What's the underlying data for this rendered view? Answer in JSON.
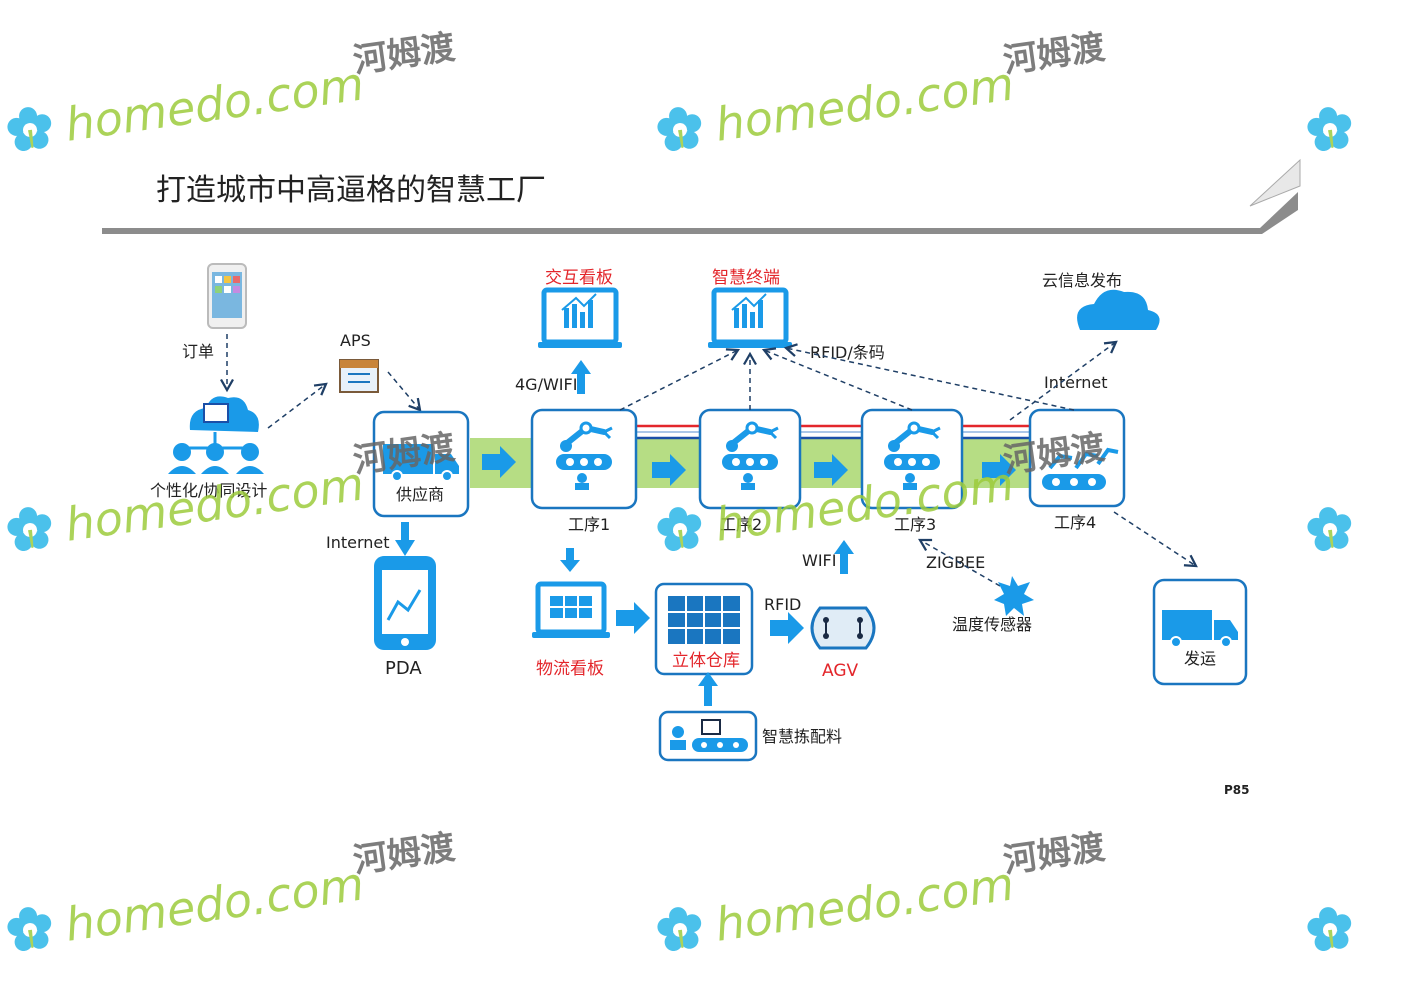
{
  "page_title": "打造城市中高逼格的智慧工厂",
  "page_number": "P85",
  "watermark": {
    "text": "homedo.com",
    "cn": "河姆渡"
  },
  "colors": {
    "accent": "#1a9ae8",
    "dark_blue": "#1a76c0",
    "red": "#e3262b",
    "green_band": "#b6dd84",
    "wire_red": "#e3262b",
    "wire_blue": "#1a4fa8"
  },
  "nodes": {
    "order": "订单",
    "aps": "APS",
    "design": "个性化/协同设计",
    "supplier": "供应商",
    "internet_left": "Internet",
    "pda": "PDA",
    "interactive_board": "交互看板",
    "smart_terminal": "智慧终端",
    "cloud": "云信息发布",
    "link_4g": "4G/WIFI",
    "link_rfid_code": "RFID/条码",
    "internet_right": "Internet",
    "step1": "工序1",
    "step2": "工序2",
    "step3": "工序3",
    "step4": "工序4",
    "logistics_board": "物流看板",
    "warehouse": "立体仓库",
    "link_rfid": "RFID",
    "agv": "AGV",
    "link_wifi": "WIFI",
    "link_zigbee": "ZIGBEE",
    "temp_sensor": "温度传感器",
    "shipping": "发运",
    "picking": "智慧拣配料"
  }
}
